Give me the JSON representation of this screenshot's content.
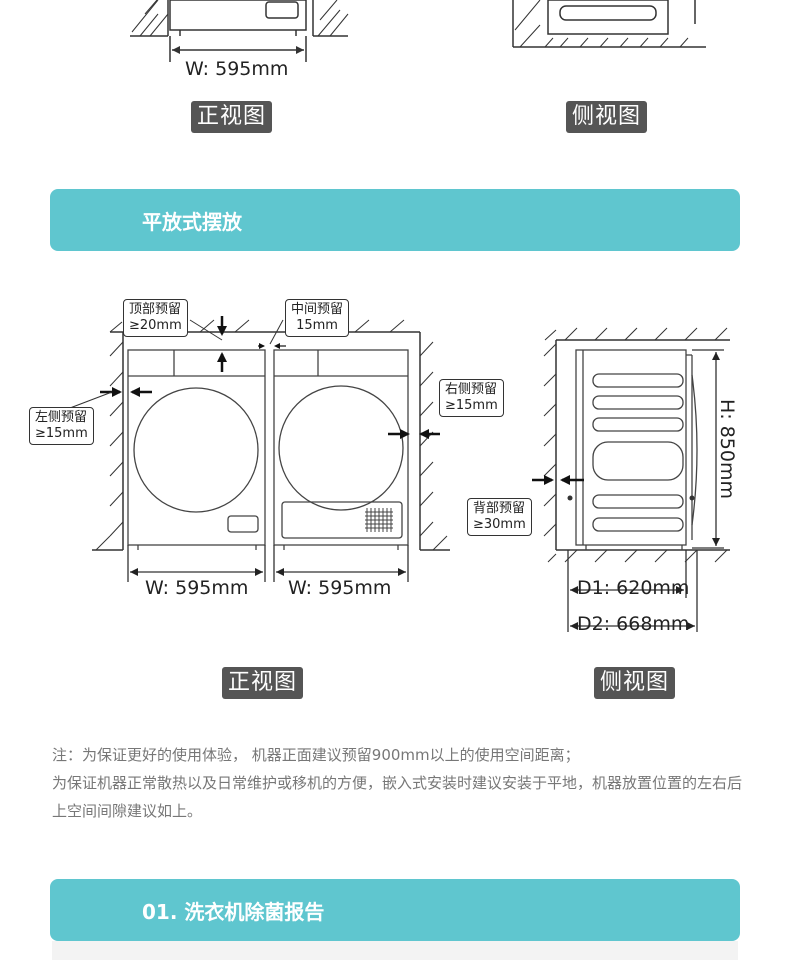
{
  "top": {
    "width_label": "W: 595mm",
    "front_view": "正视图",
    "side_view": "侧视图"
  },
  "section1": {
    "title": "平放式摆放"
  },
  "diagram": {
    "top_clearance": [
      "顶部预留",
      "≥20mm"
    ],
    "middle_clearance": [
      "中间预留",
      "15mm"
    ],
    "left_clearance": [
      "左侧预留",
      "≥15mm"
    ],
    "right_clearance": [
      "右侧预留",
      "≥15mm"
    ],
    "back_clearance": [
      "背部预留",
      "≥30mm"
    ],
    "width_left": "W: 595mm",
    "width_right": "W: 595mm",
    "height": "H: 850mm",
    "depth1": "D1: 620mm",
    "depth2": "D2: 668mm",
    "front_view": "正视图",
    "side_view": "侧视图"
  },
  "note": {
    "line1": "注：为保证更好的使用体验， 机器正面建议预留900mm以上的使用空间距离；",
    "line2": "为保证机器正常散热以及日常维护或移机的方便，嵌入式安装时建议安装于平地，机器放置位置的左右后上空间间隙建议如上。"
  },
  "section2": {
    "title": "01. 洗衣机除菌报告"
  }
}
